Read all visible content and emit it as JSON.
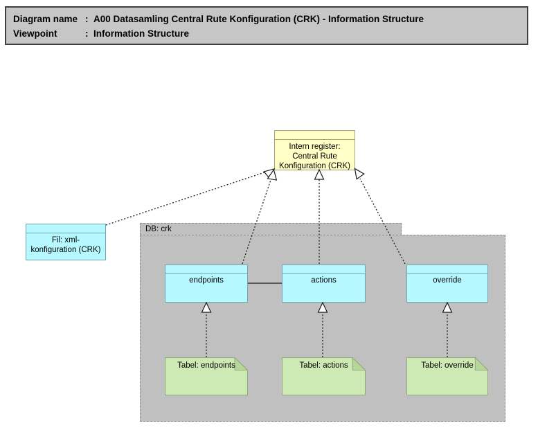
{
  "header": {
    "rows": [
      {
        "label": "Diagram name",
        "separator": ":",
        "value": "A00 Datasamling Central Rute Konfiguration (CRK) - Information Structure"
      },
      {
        "label": "Viewpoint",
        "separator": ":",
        "value": "Information Structure"
      }
    ]
  },
  "diagram": {
    "register": {
      "label": "Intern register:\nCentral Rute\nKonfiguration (CRK)"
    },
    "fil": {
      "label": "Fil: xml-\nkonfiguration (CRK)"
    },
    "group": {
      "label": "DB: crk"
    },
    "objects": {
      "endpoints": {
        "label": "endpoints"
      },
      "actions": {
        "label": "actions"
      },
      "override": {
        "label": "override"
      }
    },
    "notes": {
      "endpoints": {
        "label": "Tabel: endpoints"
      },
      "actions": {
        "label": "Tabel: actions"
      },
      "override": {
        "label": "Tabel: override"
      }
    }
  },
  "colors": {
    "titlebar_fill": "#c6c6c6",
    "titlebar_border": "#3f3f3f",
    "object_fill": "#b5f8ff",
    "object_border": "#6fa6b0",
    "register_fill": "#ffffc6",
    "register_border": "#a8a276",
    "note_fill": "#cde9b4",
    "note_fold": "#b7d69a",
    "note_border": "#90a87c",
    "group_fill": "#c0c0c0",
    "group_border": "#8f8f8f",
    "connector": "#1a1a1a"
  }
}
